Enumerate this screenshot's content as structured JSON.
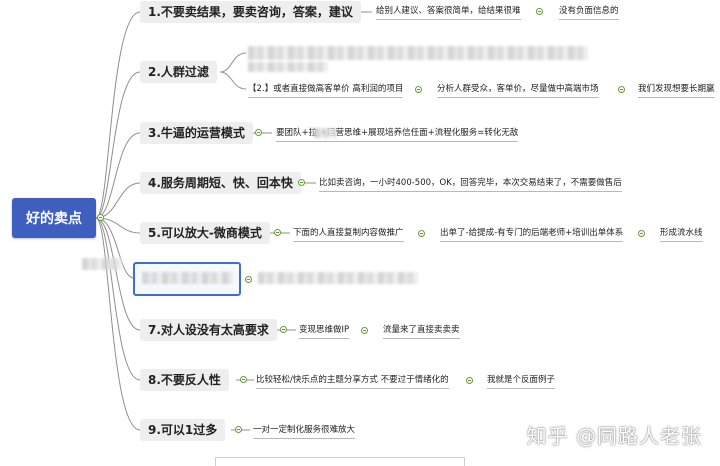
{
  "root": {
    "label": "好的卖点"
  },
  "branches": [
    {
      "label": "1.不要卖结果，要卖咨询，答案，建议",
      "leaves": [
        "给别人建议、答案很简单，给结果很难",
        "没有负面信息的"
      ]
    },
    {
      "label": "2.人群过滤",
      "leaves": [
        "【2.】或者直接做高客单价 高利润的项目",
        "分析人群受众，客单价，尽量做中高端市场",
        "我们发现想要长期赢"
      ]
    },
    {
      "label": "3.牛逼的运营模式",
      "leaves": [
        "要团队+拉      +运营思维+展现培养信任面+流程化服务=转化无敌"
      ]
    },
    {
      "label": "4.服务周期短、快、回本快",
      "leaves": [
        "比如卖咨询，一小时400-500，OK，回答完毕，本次交易结束了，不需要做售后"
      ]
    },
    {
      "label": "5.可以放大-微商模式",
      "leaves": [
        "下面的人直接复制内容做推广",
        "出单了-给提成-有专门的后端老师+培训出单体系",
        "形成流水线"
      ]
    },
    {
      "label": "7.对人设没有太高要求",
      "leaves": [
        "变现思维做IP",
        "流量来了直接卖卖卖"
      ]
    },
    {
      "label": "8.不要反人性",
      "leaves": [
        "比较轻松/快乐点的主题分享方式 不要过于情绪化的",
        "我就是个反面例子"
      ]
    },
    {
      "label": "9.可以1过多",
      "leaves": [
        "一对一定制化服务很难放大"
      ]
    }
  ],
  "watermark": "知乎 @同路人老张",
  "colors": {
    "root": "#3f5fbf",
    "branch_bg": "#eeeeee",
    "line": "#9a9a9a",
    "toggle": "#6a9a3a"
  }
}
